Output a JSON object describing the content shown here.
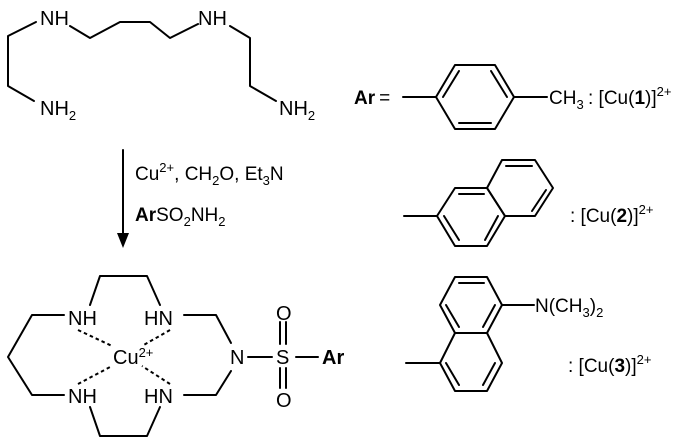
{
  "starting_material": {
    "name": "linear tetraamine",
    "atoms": {
      "nh_left": "NH",
      "nh_right": "NH",
      "nh2_left": {
        "main": "NH",
        "sub": "2"
      },
      "nh2_right": {
        "main": "NH",
        "sub": "2"
      }
    }
  },
  "reaction": {
    "conditions_line1": {
      "cu": "Cu",
      "cu_charge": "2+",
      "sep1": ", ",
      "ch2o_a": "CH",
      "ch2o_sub": "2",
      "ch2o_b": "O",
      "sep2": ", ",
      "et3n_a": "Et",
      "et3n_sub": "3",
      "et3n_b": "N"
    },
    "conditions_line2": {
      "ar": "Ar",
      "so": "SO",
      "so_sub": "2",
      "nh": "NH",
      "nh_sub": "2"
    }
  },
  "product": {
    "nh_top_left": "NH",
    "hn_top_right": "HN",
    "nh_bottom_left": "NH",
    "hn_bottom_right": "HN",
    "metal": "Cu",
    "metal_charge": "2+",
    "n_tertiary": "N",
    "sulfur": "S",
    "oxygen_top": "O",
    "oxygen_bottom": "O",
    "aryl": "Ar"
  },
  "ar_definitions": {
    "ar_label": "Ar",
    "equals": "=",
    "items": [
      {
        "substituent_a": "CH",
        "substituent_sub": "3",
        "label_prefix": ": [Cu(",
        "label_num": "1",
        "label_suffix": ")]",
        "label_charge": "2+"
      },
      {
        "label_prefix": ": [Cu(",
        "label_num": "2",
        "label_suffix": ")]",
        "label_charge": "2+"
      },
      {
        "substituent_a": "N(CH",
        "substituent_sub": "3",
        "substituent_b": ")",
        "substituent_sub2": "2",
        "label_prefix": ": [Cu(",
        "label_num": "3",
        "label_suffix": ")]",
        "label_charge": "2+"
      }
    ]
  }
}
